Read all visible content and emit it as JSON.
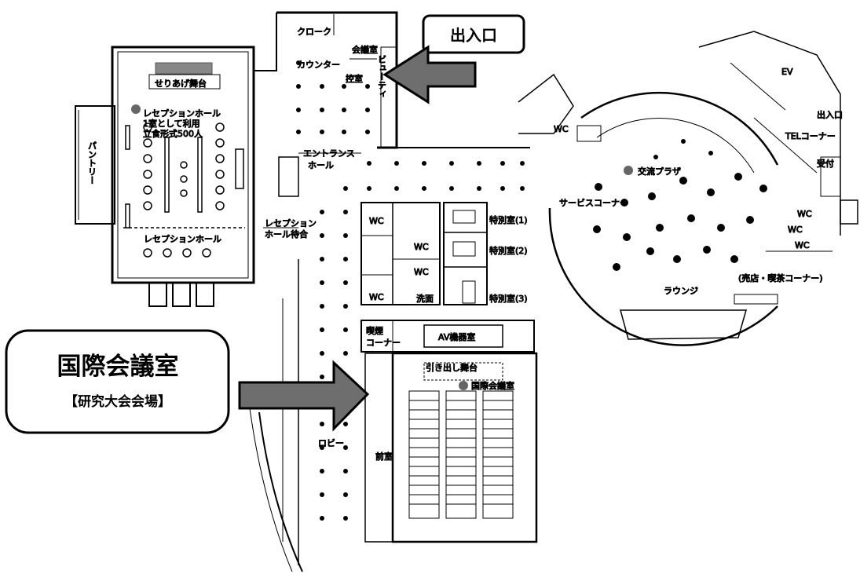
{
  "callouts": {
    "main_title": "国際会議室",
    "main_subtitle": "【研究大会会場】",
    "entrance": "出入口"
  },
  "rooms": {
    "stage_raised": "せりあげ舞台",
    "reception_hall_1": "レセプションホール",
    "reception_hall_1_line2": "1室として利用",
    "reception_hall_1_line3": "立食形式500人",
    "pantry": "パントリー",
    "reception_hall_2": "レセプションホール",
    "cloak": "クローク",
    "counter": "カウンター",
    "meeting_room": "会議室",
    "anteroom": "控室",
    "beauty": "ビューティ",
    "entrance_hall": "エントランス",
    "entrance_hall_2": "ホール",
    "reception_wait": "レセプション",
    "reception_wait_2": "ホール待合",
    "wc": "WC",
    "special_1": "特別室(1)",
    "special_2": "特別室(2)",
    "special_3": "特別室(3)",
    "washroom": "洗面",
    "smoking": "喫煙",
    "smoking_2": "コーナー",
    "av_room": "AV機器室",
    "pullout_stage": "引き出し舞台",
    "intl_conf_room": "国際会議室",
    "lobby": "ロビー",
    "prep_room": "前室",
    "service_corner": "サービスコーナー",
    "exchange_plaza": "交流プラザ",
    "lounge": "ラウンジ",
    "shop_cafe": "(売店・喫茶コーナー)",
    "ev": "EV",
    "entrance_small": "出入口",
    "tel_corner": "TELコーナー",
    "reception_desk": "受付"
  }
}
